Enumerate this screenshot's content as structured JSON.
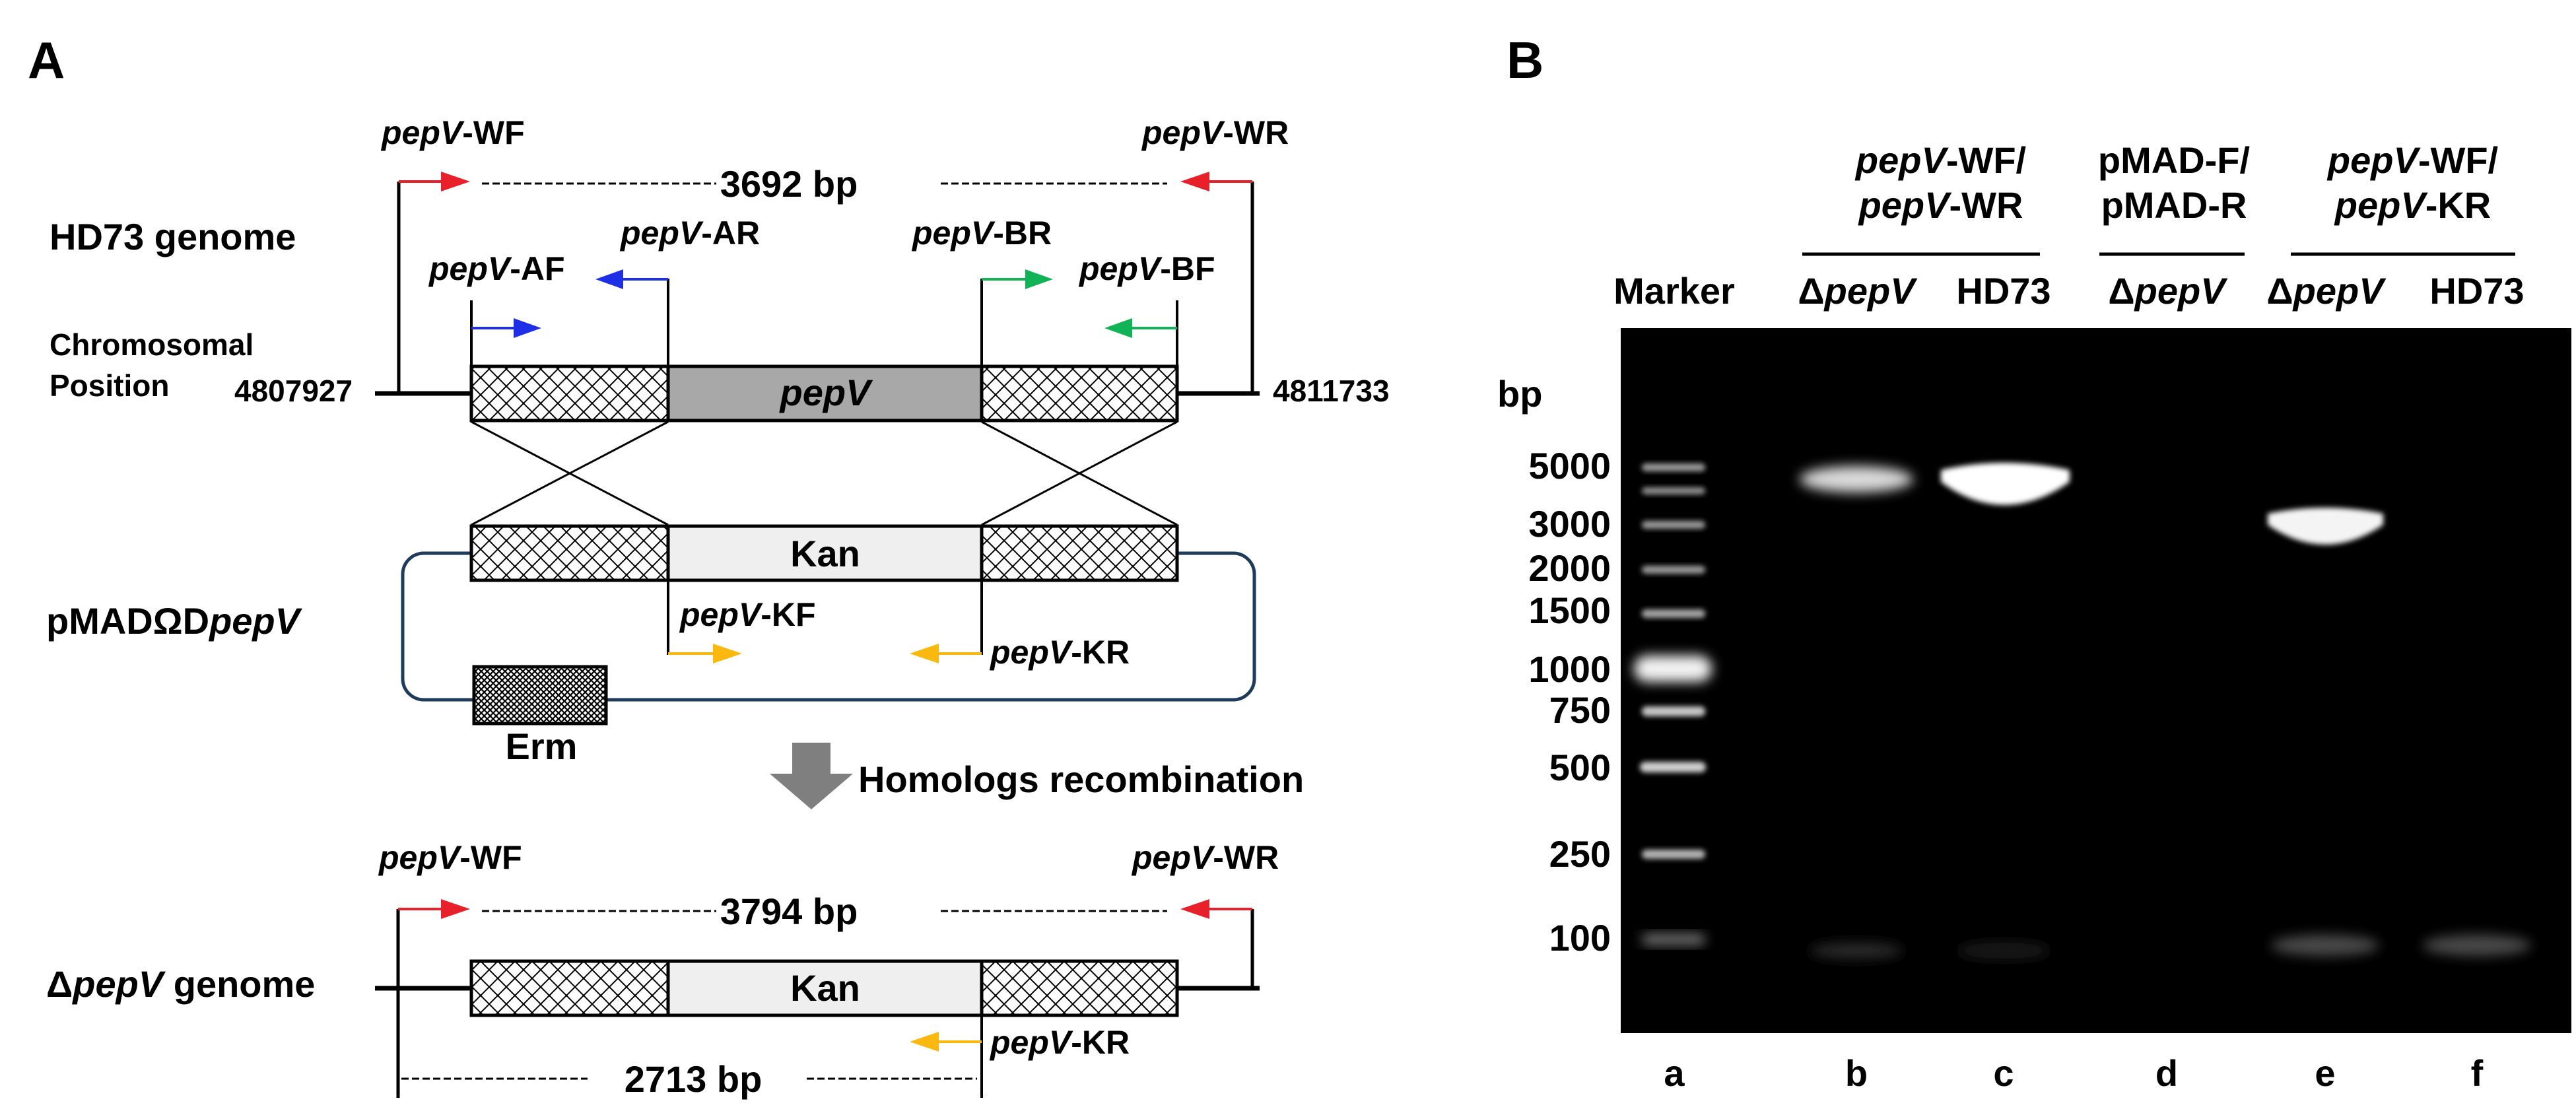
{
  "panels": {
    "a": "A",
    "b": "B"
  },
  "colors": {
    "red_primer": "#e8202a",
    "blue_primer": "#1f2fe6",
    "green_primer": "#12b357",
    "yellow_primer": "#fbb90f",
    "pepv_box": "#a8a8a8",
    "kan_box": "#efefef",
    "plasmid_outline": "#1f3b5c",
    "gel_background": "#000000"
  },
  "panel_a": {
    "wt": {
      "genome_label": "HD73 genome",
      "wf": "WF",
      "wr": "WR",
      "size": "3692 bp",
      "af": "AF",
      "ar": "AR",
      "br": "BR",
      "bf": "BF",
      "chrom_line1": "Chromosomal",
      "chrom_line2": "Position",
      "pos_left": "4807927",
      "pos_right": "4811733",
      "gene_box": "pepV"
    },
    "plasmid": {
      "label_prefix": "pMADΩD",
      "kan": "Kan",
      "kf": "KF",
      "kr": "KR",
      "erm": "Erm"
    },
    "recombination": "Homologs recombination",
    "mutant": {
      "genome_label_suffix": " genome",
      "wf": "WF",
      "wr": "WR",
      "size": "3794 bp",
      "kan": "Kan",
      "kr": "KR",
      "size2": "2713 bp"
    },
    "gene_italic": "pepV",
    "sep": "-",
    "delta": "Δ"
  },
  "panel_b": {
    "groups": [
      {
        "line1": "pepV-WF/",
        "line2": "pepV-WR"
      },
      {
        "line1": "pMAD-F/",
        "line2": "pMAD-R"
      },
      {
        "line1": "pepV-WF/",
        "line2": "pepV-KR"
      }
    ],
    "lane_headers": [
      "Marker",
      "ΔpepV",
      "HD73",
      "ΔpepV",
      "ΔpepV",
      "HD73"
    ],
    "bp_unit": "bp",
    "ladder": [
      5000,
      3000,
      2000,
      1500,
      1000,
      750,
      500,
      250,
      100
    ],
    "lane_letters": [
      "a",
      "b",
      "c",
      "d",
      "e",
      "f"
    ]
  }
}
